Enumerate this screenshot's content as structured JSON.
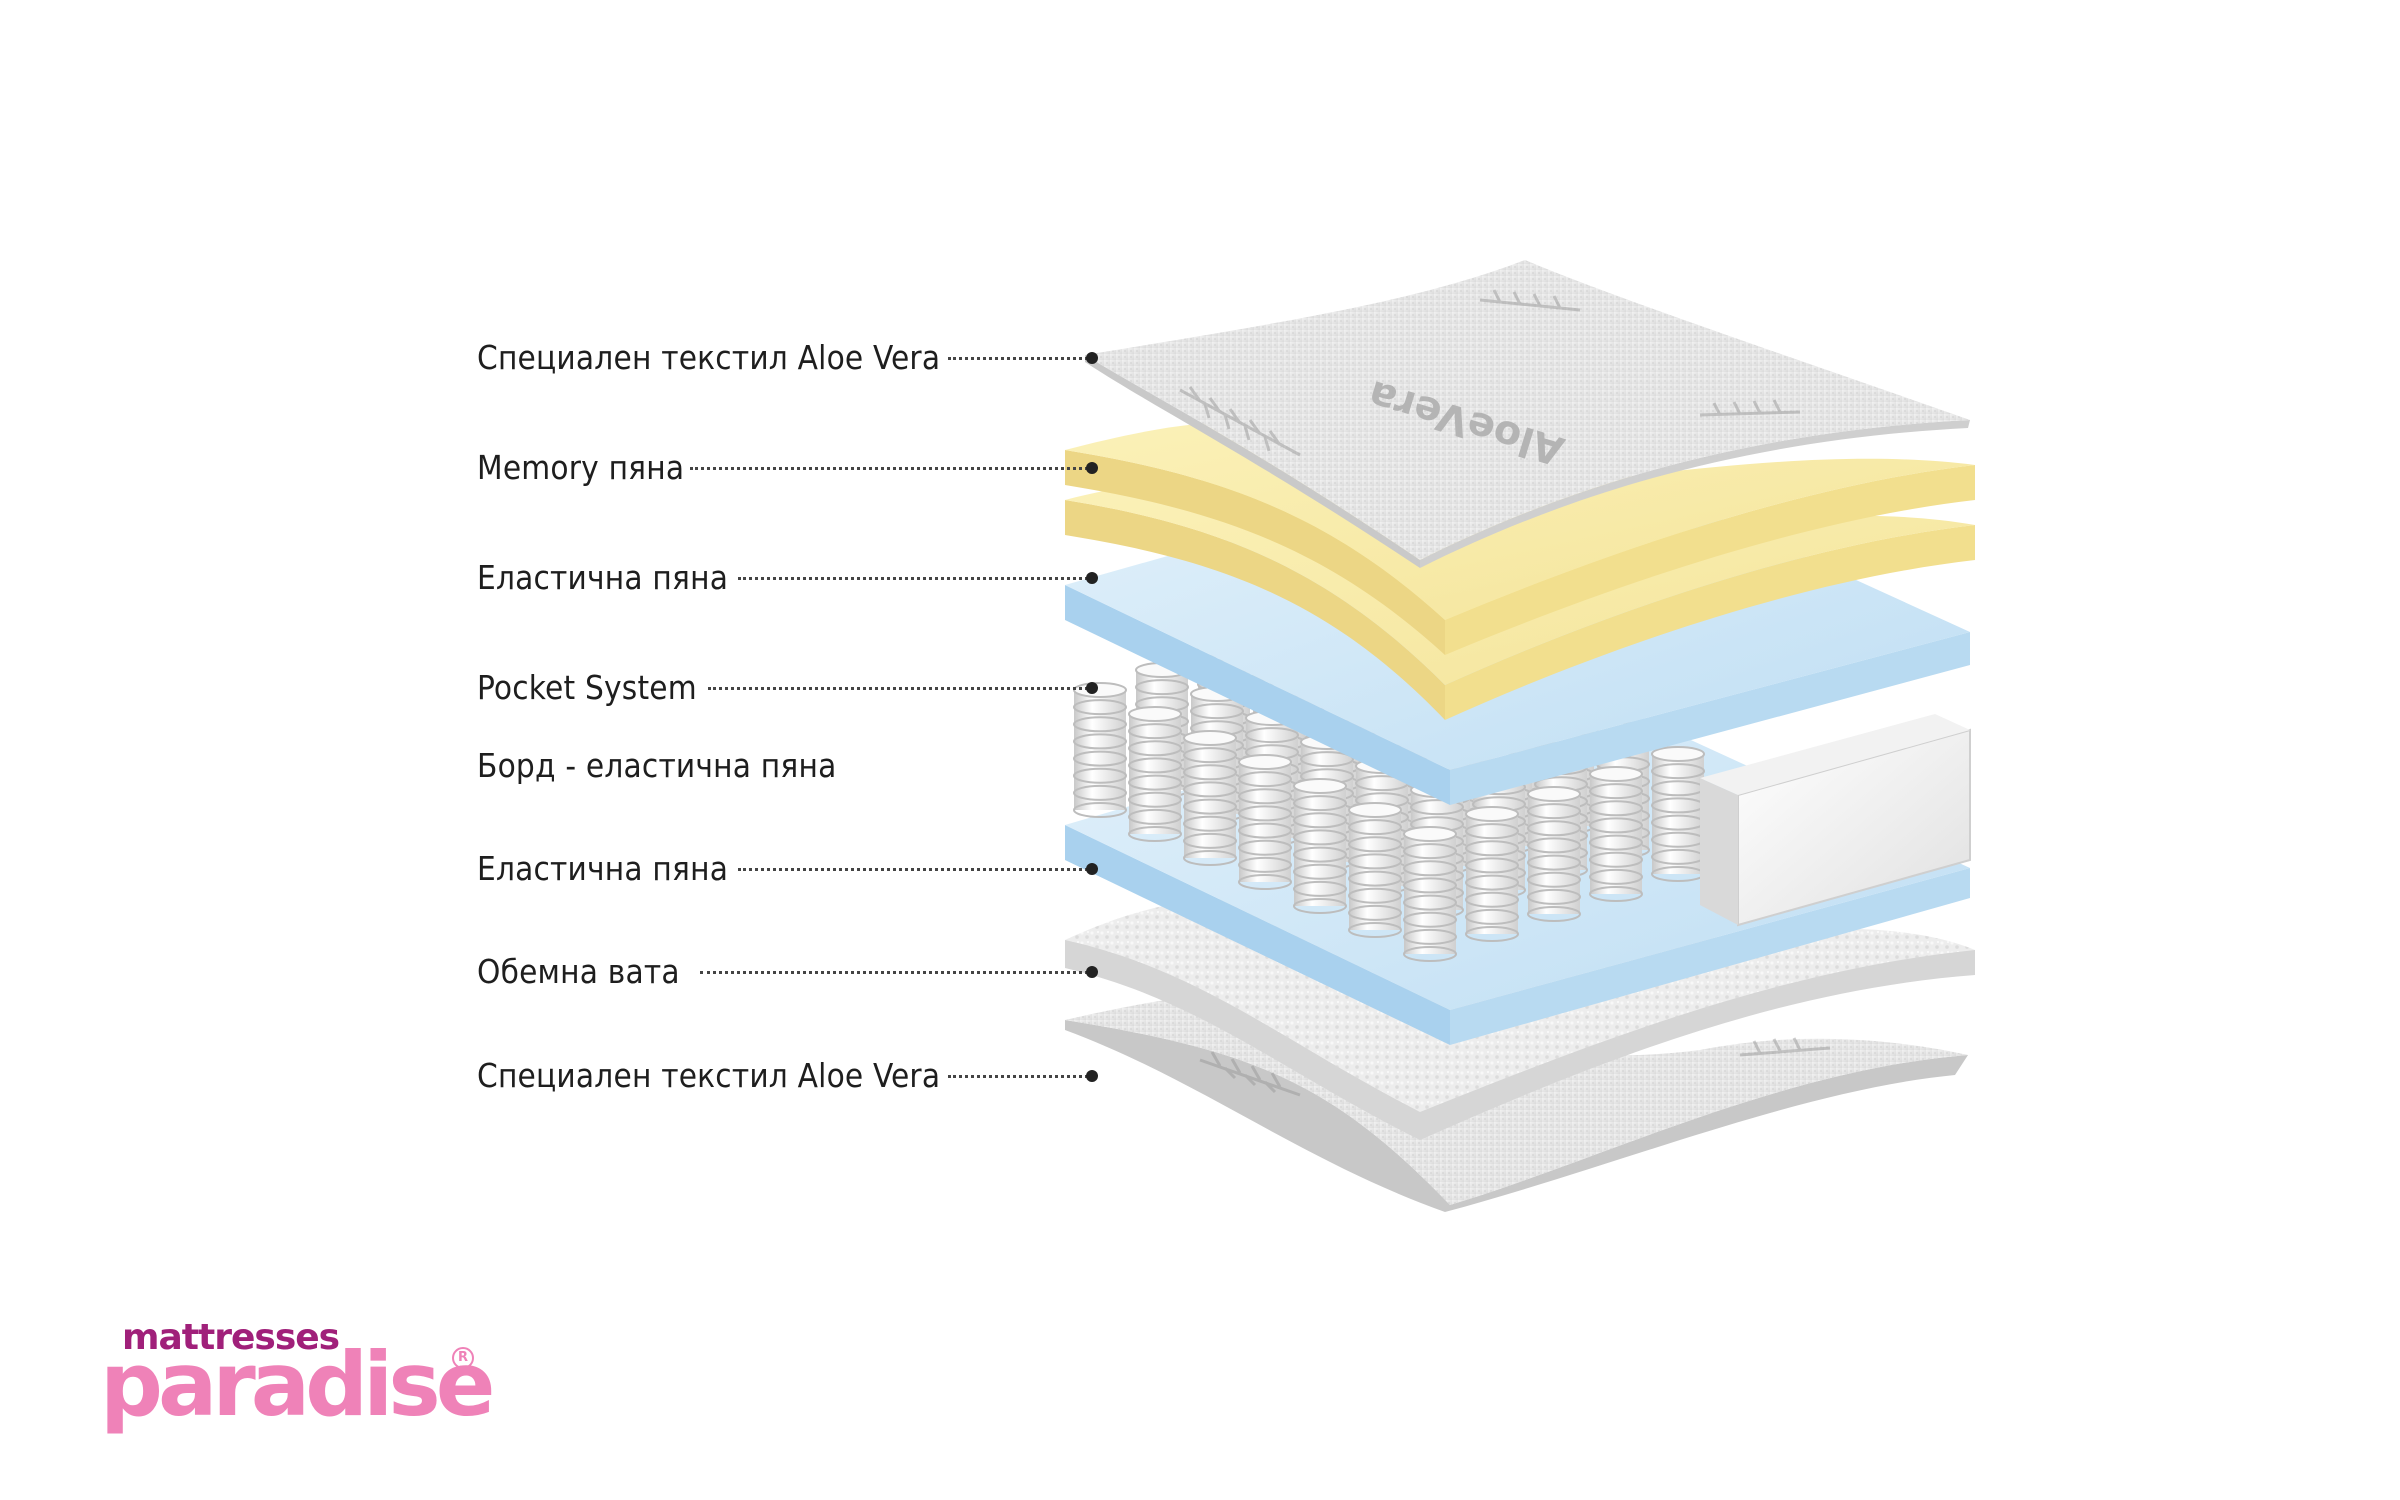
{
  "layers": [
    {
      "id": "top-cover",
      "label": "Специален текстил Aloe Vera",
      "has_leader": true
    },
    {
      "id": "memory-foam",
      "label": "Memory пяна",
      "has_leader": true
    },
    {
      "id": "elastic-foam-top",
      "label": "Еластична пяна",
      "has_leader": true
    },
    {
      "id": "pocket-system",
      "label": "Pocket System",
      "has_leader": true
    },
    {
      "id": "border-foam",
      "label": "Борд - еластична пяна",
      "has_leader": false
    },
    {
      "id": "elastic-foam-bottom",
      "label": "Еластична пяна",
      "has_leader": true
    },
    {
      "id": "cotton-batting",
      "label": "Обемна вата",
      "has_leader": true
    },
    {
      "id": "bottom-cover",
      "label": "Специален текстил Aloe Vera",
      "has_leader": true
    }
  ],
  "fabric_print": "AloeVera",
  "colors": {
    "memory_foam": "#f8eba4",
    "elastic_foam": "#cfe7f6",
    "fabric": "#ececec",
    "batting": "#e8e8e8",
    "spring": "#f4f4f4",
    "leader": "#222222"
  },
  "logo": {
    "top_word": "mattresses",
    "main_word": "paradise",
    "mark": "R",
    "top_color": "#a0207a",
    "main_color": "#ef82b8"
  }
}
